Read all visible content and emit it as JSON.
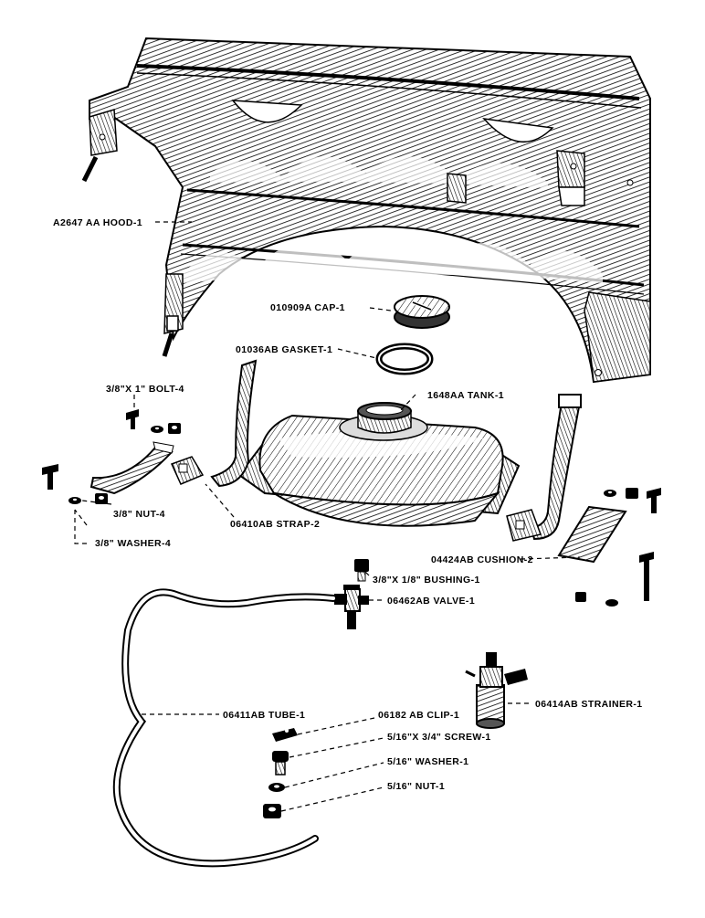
{
  "title": "",
  "labels": {
    "hood": "A2647 AA HOOD-1",
    "cap": "010909A CAP-1",
    "gasket": "01036AB GASKET-1",
    "tank": "1648AA TANK-1",
    "bolt": "3/8\"X 1\" BOLT-4",
    "nut4": "3/8\" NUT-4",
    "washer4": "3/8\" WASHER-4",
    "strap": "06410AB STRAP-2",
    "cushion": "04424AB CUSHION-2",
    "bushing": "3/8\"X 1/8\" BUSHING-1",
    "valve": "06462AB VALVE-1",
    "strainer": "06414AB STRAINER-1",
    "tube": "06411AB TUBE-1",
    "clip": "06182 AB CLIP-1",
    "screw": "5/16\"X 3/4\" SCREW-1",
    "washer1": "5/16\" WASHER-1",
    "nut1": "5/16\" NUT-1"
  }
}
